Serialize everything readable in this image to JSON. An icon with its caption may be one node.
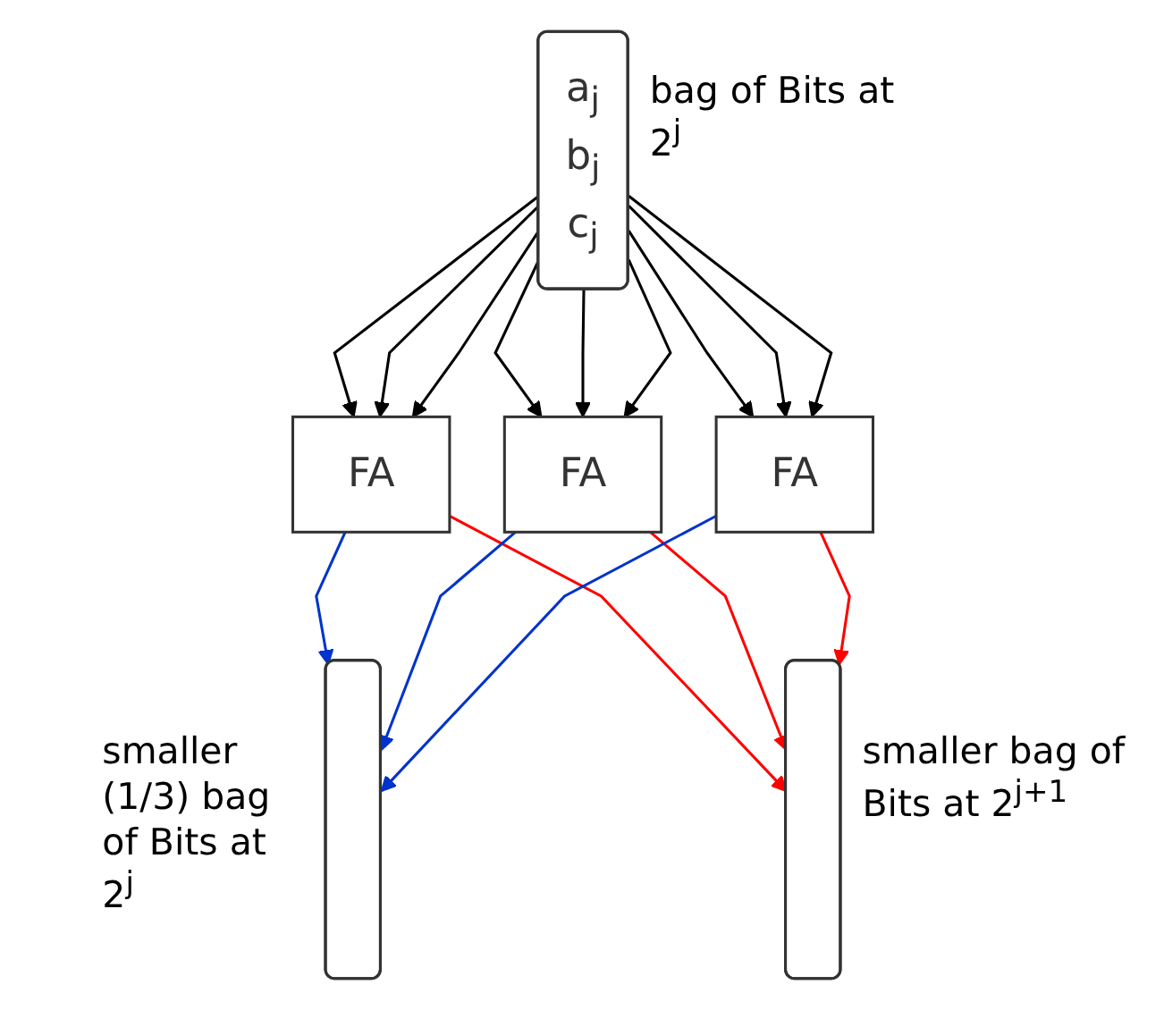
{
  "diagram": {
    "nodes": [
      {
        "text": [
          "a$_{j}$",
          "b$_{j}$",
          "c$_{j}$"
        ],
        "beside": [
          "bag of Bits at 2$^{j}$"
        ]
      },
      {
        "text": [
          "FA"
        ]
      },
      {
        "text": [
          "FA"
        ]
      },
      {
        "text": [
          "FA"
        ]
      },
      {
        "text": [],
        "shape": "pill",
        "beside": [
          "smaller bag of Bits at 2$^{j+1}$"
        ]
      },
      {
        "text": [],
        "shape": "pill",
        "beside": [
          "smaller (1/3) bag of Bits at 2$^{j}$"
        ]
      }
    ],
    "edges": [
      {
        "from": 0,
        "to": 1,
        "arrow": "to"
      },
      {
        "from": 0,
        "to": 1,
        "arrow": "to"
      },
      {
        "from": 0,
        "to": 1,
        "arrow": "to"
      },
      {
        "from": 0,
        "to": 2,
        "arrow": "to"
      },
      {
        "from": 0,
        "to": 2,
        "arrow": "to"
      },
      {
        "from": 0,
        "to": 2,
        "arrow": "to"
      },
      {
        "from": 0,
        "to": 3,
        "arrow": "to"
      },
      {
        "from": 0,
        "to": 3,
        "arrow": "to"
      },
      {
        "from": 0,
        "to": 3,
        "arrow": "to"
      },
      {
        "from": 1,
        "to": 5,
        "arrow": "to",
        "color": "#0033cc"
      },
      {
        "from": 1,
        "to": 4,
        "arrow": "to",
        "color": "#ff0000"
      },
      {
        "from": 2,
        "to": 5,
        "arrow": "to",
        "color": "#0033cc"
      },
      {
        "from": 2,
        "to": 4,
        "arrow": "to",
        "color": "#ff0000"
      },
      {
        "from": 3,
        "to": 5,
        "arrow": "to",
        "color": "#0033cc"
      },
      {
        "from": 3,
        "to": 4,
        "arrow": "to",
        "color": "#ff0000"
      }
    ]
  }
}
